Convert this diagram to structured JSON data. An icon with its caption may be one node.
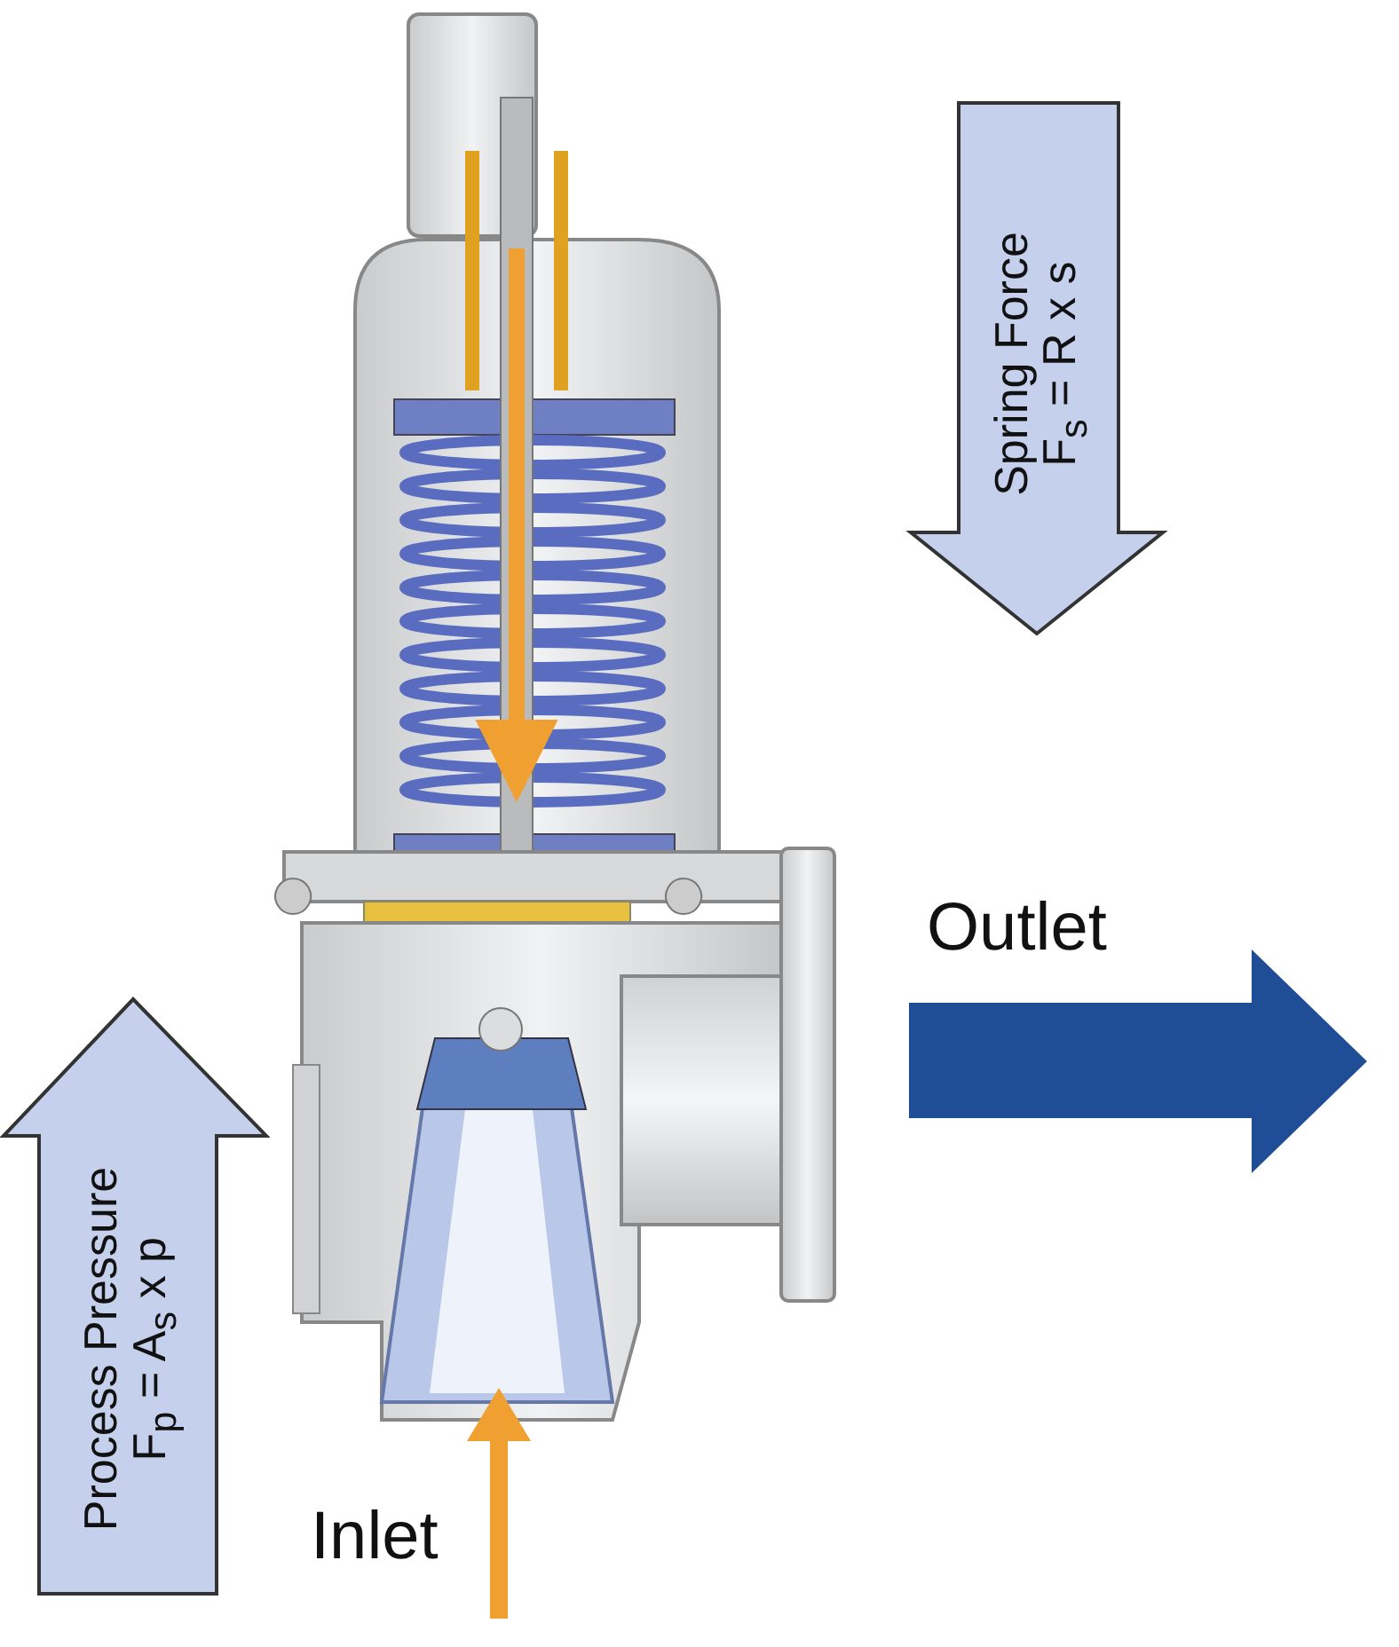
{
  "diagram": {
    "nodes": [
      {
        "text": [
          "Spring Force",
          "F$_{s}$ = R x s"
        ]
      },
      {
        "text": [
          "Process Pressure",
          "F$_{p}$ = A$_{s}$ x p"
        ]
      }
    ],
    "labels": [
      "Outlet",
      "Inlet"
    ]
  }
}
